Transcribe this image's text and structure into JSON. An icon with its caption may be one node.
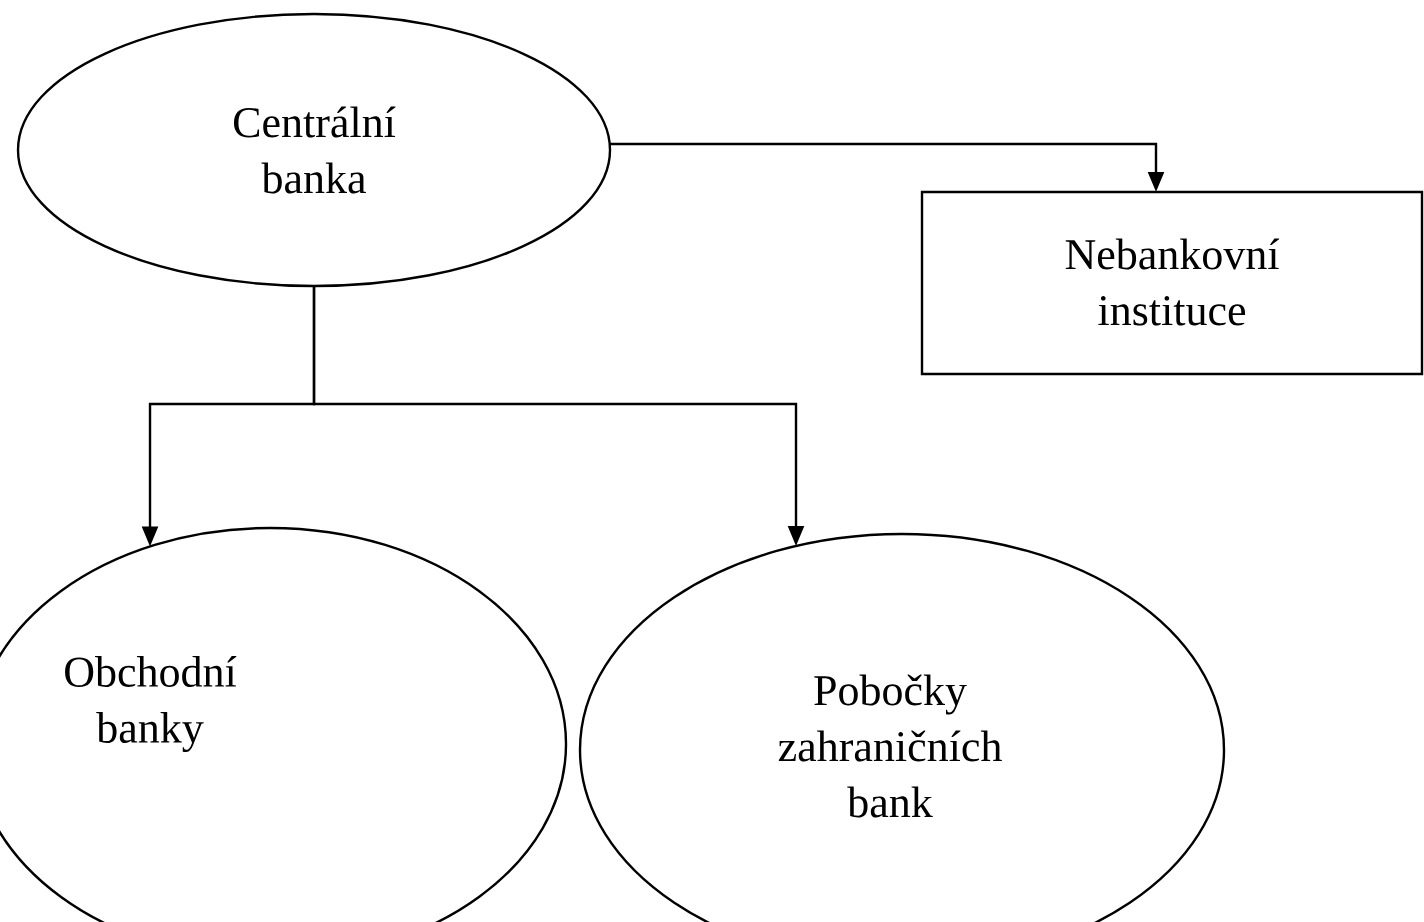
{
  "diagram": {
    "nodes": [
      {
        "text": [
          "Centrální banka"
        ]
      },
      {
        "text": [
          "Nebankovní instituce"
        ]
      },
      {
        "text": [
          "Obchodní banky"
        ]
      },
      {
        "text": [
          "Pobočky zahraničních bank"
        ]
      }
    ],
    "edges": [
      {
        "from": 0,
        "to": 1,
        "arrow": "to"
      },
      {
        "from": 0,
        "to": 2,
        "arrow": "to"
      },
      {
        "from": 0,
        "to": 3,
        "arrow": "to"
      }
    ]
  }
}
